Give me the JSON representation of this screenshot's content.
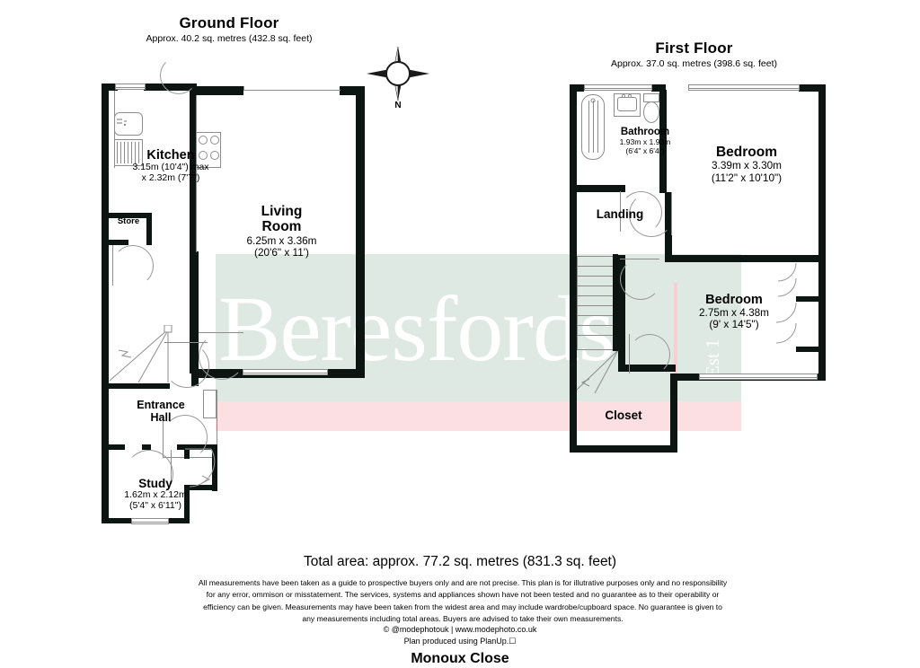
{
  "floors": [
    {
      "id": "ground",
      "title": "Ground Floor",
      "subtitle": "Approx. 40.2 sq. metres (432.8 sq. feet)",
      "rooms": [
        {
          "name": "Kitchen",
          "dim1": "3.15m (10'4\") max",
          "dim2": "x 2.32m (7'7\")"
        },
        {
          "name": "Store",
          "dim1": "",
          "dim2": ""
        },
        {
          "name": "Living\nRoom",
          "dim1": "6.25m x 3.36m",
          "dim2": "(20'6\" x 11')"
        },
        {
          "name": "Entrance\nHall",
          "dim1": "",
          "dim2": ""
        },
        {
          "name": "Study",
          "dim1": "1.62m x 2.12m",
          "dim2": "(5'4\" x 6'11\")"
        }
      ]
    },
    {
      "id": "first",
      "title": "First Floor",
      "subtitle": "Approx. 37.0 sq. metres (398.6 sq. feet)",
      "rooms": [
        {
          "name": "Bathroom",
          "dim1": "1.93m x 1.93m",
          "dim2": "(6'4\" x 6'4\")"
        },
        {
          "name": "Bedroom",
          "dim1": "3.39m x 3.30m",
          "dim2": "(11'2\" x 10'10\")"
        },
        {
          "name": "Landing",
          "dim1": "",
          "dim2": ""
        },
        {
          "name": "Bedroom",
          "dim1": "2.75m x 4.38m",
          "dim2": "(9' x 14'5\")"
        },
        {
          "name": "Closet",
          "dim1": "",
          "dim2": ""
        }
      ]
    }
  ],
  "labels": {
    "kitchen_name": "Kitchen",
    "kitchen_dim1": "3.15m (10'4\") max",
    "kitchen_dim2": "x 2.32m (7'7\")",
    "store_name": "Store",
    "living_name1": "Living",
    "living_name2": "Room",
    "living_dim1": "6.25m x 3.36m",
    "living_dim2": "(20'6\" x 11')",
    "hall_name1": "Entrance",
    "hall_name2": "Hall",
    "study_name": "Study",
    "study_dim1": "1.62m x 2.12m",
    "study_dim2": "(5'4\" x 6'11\")",
    "bathroom_name": "Bathroom",
    "bathroom_dim1": "1.93m x 1.93m",
    "bathroom_dim2": "(6'4\" x 6'4\")",
    "bed1_name": "Bedroom",
    "bed1_dim1": "3.39m x 3.30m",
    "bed1_dim2": "(11'2\" x 10'10\")",
    "landing_name": "Landing",
    "bed2_name": "Bedroom",
    "bed2_dim1": "2.75m x 4.38m",
    "bed2_dim2": "(9' x 14'5\")",
    "closet_name": "Closet"
  },
  "compass": {
    "north_letter": "N"
  },
  "watermark": {
    "brand": "Beresfords",
    "established": "Est 1"
  },
  "footer": {
    "total_area": "Total area: approx. 77.2 sq. metres (831.3 sq. feet)",
    "disclaimer_line1": "All measurements have been taken as a guide to prospective buyers only and are not precise. This plan is for illutrative purposes only and no responsibility",
    "disclaimer_line2": "for any error, ommison or misstatement. The services, systems and appliances shown have not been tested and no guarantee as to their operability or",
    "disclaimer_line3": "efficiency can be given. Measurements may have been taken from the widest area and may include wardrobe/cupboard space. No guarantee is given to",
    "disclaimer_line4": "any measurements including total areas. Buyers are advised to take their own measurements.",
    "credit_line1": "© @modephotouk | www.modephoto.co.uk",
    "credit_line2": "Plan produced using PlanUp.☐",
    "address": "Monoux Close"
  },
  "colors": {
    "wall": "#0d1512",
    "watermark_green": "#dee9e4",
    "watermark_pink": "#fbdfe2",
    "fixture_line": "#8d8d8d",
    "text": "#000000"
  }
}
